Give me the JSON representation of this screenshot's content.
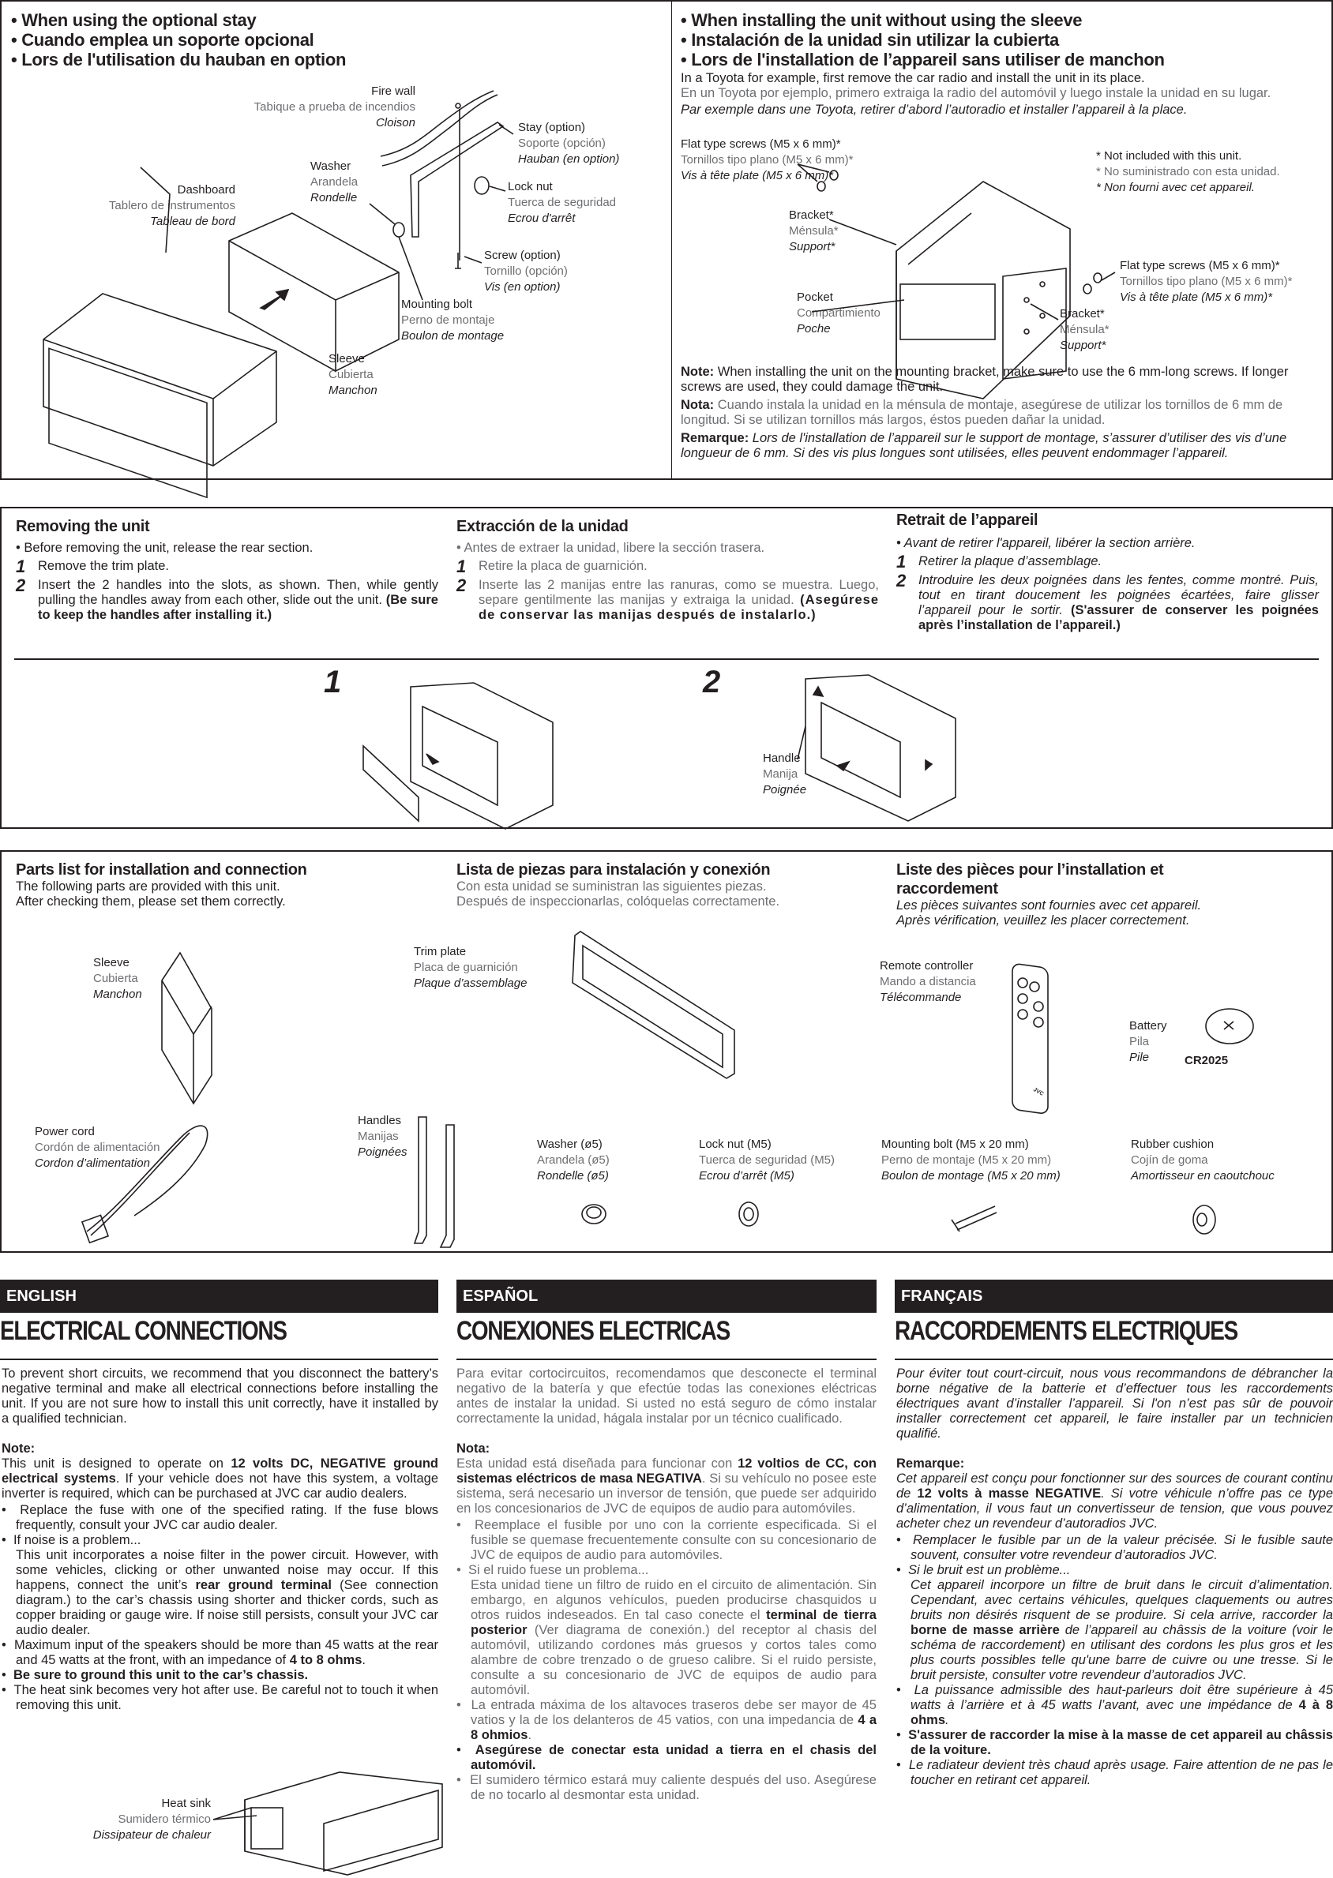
{
  "stay_section": {
    "titles": [
      "• When using the optional stay",
      "• Cuando emplea un soporte opcional",
      "• Lors de l'utilisation du hauban en option"
    ],
    "labels": {
      "fire_wall": [
        "Fire wall",
        "Tabique a prueba de incendios",
        "Cloison"
      ],
      "stay": [
        "Stay (option)",
        "Soporte (opción)",
        "Hauban (en option)"
      ],
      "washer": [
        "Washer",
        "Arandela",
        "Rondelle"
      ],
      "lock_nut": [
        "Lock nut",
        "Tuerca de seguridad",
        "Ecrou d'arrêt"
      ],
      "dashboard": [
        "Dashboard",
        "Tablero de instrumentos",
        "Tableau de bord"
      ],
      "screw": [
        "Screw (option)",
        "Tornillo (opción)",
        "Vis (en option)"
      ],
      "mounting_bolt": [
        "Mounting bolt",
        "Perno de montaje",
        "Boulon de montage"
      ],
      "sleeve": [
        "Sleeve",
        "Cubierta",
        "Manchon"
      ]
    }
  },
  "nosleeve_section": {
    "titles": [
      "• When installing the unit without using the sleeve",
      "• Instalación de la unidad sin utilizar la cubierta",
      "• Lors de l'installation de l’appareil sans utiliser de manchon"
    ],
    "intro": [
      "In a Toyota for example, first remove the car radio and install the unit in its place.",
      "En un Toyota por ejemplo, primero extraiga la radio del automóvil y luego instale la unidad en su lugar.",
      "Par exemple dans une Toyota, retirer d’abord l’autoradio et installer l’appareil à la place."
    ],
    "labels": {
      "flat_screws_top": [
        "Flat type screws (M5 x 6 mm)*",
        "Tornillos tipo plano (M5 x 6 mm)*",
        "Vis à tête plate (M5 x 6 mm)*"
      ],
      "not_included": [
        "* Not included with this unit.",
        "* No suministrado con esta unidad.",
        "* Non fourni avec cet appareil."
      ],
      "bracket_left": [
        "Bracket*",
        "Ménsula*",
        "Support*"
      ],
      "flat_screws_right": [
        "Flat type screws (M5 x 6 mm)*",
        "Tornillos tipo plano (M5 x 6 mm)*",
        "Vis à tête plate (M5 x 6 mm)*"
      ],
      "pocket": [
        "Pocket",
        "Compartimiento",
        "Poche"
      ],
      "bracket_right": [
        "Bracket*",
        "Ménsula*",
        "Support*"
      ]
    },
    "notes": [
      {
        "lead": "Note:",
        "text": " When installing the unit on the mounting bracket, make sure to use the 6 mm-long screws. If longer screws are used, they could damage the unit."
      },
      {
        "lead": "Nota:",
        "text": " Cuando instala la unidad en la ménsula de montaje, asegúrese de utilizar los tornillos de 6 mm de longitud. Si se utilizan tornillos más largos, éstos pueden dañar la unidad."
      },
      {
        "lead": "Remarque:",
        "text": " Lors de l'installation de l’appareil sur le support de montage, s’assurer d’utiliser des vis d’une longueur de 6 mm. Si des vis plus longues sont utilisées, elles peuvent endommager l’appareil."
      }
    ]
  },
  "removing": {
    "en": {
      "title": "Removing the unit",
      "pre": "•  Before removing the unit, release the rear section.",
      "steps": [
        {
          "n": "1",
          "text": "Remove the trim plate."
        },
        {
          "n": "2",
          "text": "Insert the 2 handles into the slots, as shown. Then, while gently pulling the handles away from each other, slide out the unit. ",
          "bold": "(Be sure to keep the handles after installing it.)"
        }
      ]
    },
    "es": {
      "title": "Extracción de la unidad",
      "pre": "• Antes de extraer la unidad, libere la sección trasera.",
      "steps": [
        {
          "n": "1",
          "text": "Retire la placa de guarnición."
        },
        {
          "n": "2",
          "text": "Inserte las 2 manijas entre las ranuras, como se muestra. Luego, separe gentilmente las manijas y extraiga la unidad. ",
          "bold": "(Asegúrese de conservar las manijas después de instalarlo.)"
        }
      ]
    },
    "fr": {
      "title": "Retrait de l’appareil",
      "pre": "• Avant de retirer l'appareil, libérer la section arrière.",
      "steps": [
        {
          "n": "1",
          "text": "Retirer la plaque d’assemblage."
        },
        {
          "n": "2",
          "text": "Introduire les deux poignées dans les fentes, comme montré. Puis, tout en tirant doucement les poignées écartées, faire glisser l’appareil pour le sortir. ",
          "bold": "(S'assurer de conserver les poignées après l’installation de l’appareil.)"
        }
      ]
    },
    "figure_numbers": [
      "1",
      "2"
    ],
    "handle_label": [
      "Handle",
      "Manija",
      "Poignée"
    ]
  },
  "parts": {
    "en": {
      "title": "Parts list for installation and connection",
      "lines": [
        "The following parts are provided with this unit.",
        "After checking them, please set them correctly."
      ]
    },
    "es": {
      "title": "Lista de piezas para instalación y conexión",
      "lines": [
        "Con esta unidad se suministran las siguientes piezas.",
        "Después de inspeccionarlas, colóquelas correctamente."
      ]
    },
    "fr": {
      "title": "Liste des pièces pour l’installation et raccordement",
      "lines": [
        "Les pièces suivantes sont fournies avec cet appareil.",
        "Après vérification, veuillez les placer correctement."
      ]
    },
    "items": {
      "sleeve": [
        "Sleeve",
        "Cubierta",
        "Manchon"
      ],
      "trim_plate": [
        "Trim plate",
        "Placa de guarnición",
        "Plaque d’assemblage"
      ],
      "remote": [
        "Remote controller",
        "Mando a distancia",
        "Télécommande"
      ],
      "battery": [
        "Battery",
        "Pila",
        "Pile"
      ],
      "battery_model": "CR2025",
      "remote_brand": "JVC",
      "power_cord": [
        "Power cord",
        "Cordón de alimentación",
        "Cordon d’alimentation"
      ],
      "handles": [
        "Handles",
        "Manijas",
        "Poignées"
      ],
      "washer": [
        "Washer (ø5)",
        "Arandela (ø5)",
        "Rondelle (ø5)"
      ],
      "lock_nut": [
        "Lock nut (M5)",
        "Tuerca de seguridad (M5)",
        "Ecrou d’arrêt (M5)"
      ],
      "mounting_bolt": [
        "Mounting bolt (M5 x 20 mm)",
        "Perno de montaje (M5 x 20 mm)",
        "Boulon de montage (M5 x 20 mm)"
      ],
      "rubber_cushion": [
        "Rubber cushion",
        "Cojín de goma",
        "Amortisseur en caoutchouc"
      ]
    }
  },
  "electrical": {
    "lang_bars": [
      "ENGLISH",
      "ESPAÑOL",
      "FRANÇAIS"
    ],
    "titles": [
      "ELECTRICAL CONNECTIONS",
      "CONEXIONES ELECTRICAS",
      "RACCORDEMENTS ELECTRIQUES"
    ],
    "en": {
      "intro": "To prevent short circuits, we recommend that you disconnect the battery’s negative terminal and make all electrical connections before installing the unit. If you are not sure how to install this unit correctly, have it installed by a qualified technician.",
      "note_head": "Note:",
      "note_a": "This unit is designed to operate on ",
      "note_b": "12 volts DC, NEGATIVE ground electrical systems",
      "note_c": ". If your vehicle does not have this system, a voltage inverter is required, which can be purchased at JVC car audio dealers.",
      "b1": "Replace the fuse with one of the specified rating. If the fuse blows frequently, consult your JVC car audio dealer.",
      "b2_head": "If noise is a problem...",
      "b2_a": "This unit incorporates a noise filter in the power circuit. However, with some vehicles, clicking or other unwanted noise may occur. If this happens, connect the unit’s ",
      "b2_b": "rear ground terminal",
      "b2_c": " (See connection diagram.) to the car’s chassis using shorter and thicker cords, such as copper braiding or gauge wire. If noise still persists, consult your JVC car audio dealer.",
      "b3_a": "Maximum input of the speakers should be more than 45 watts at the rear and 45 watts at the front, with an impedance of ",
      "b3_b": "4 to 8 ohms",
      "b3_c": ".",
      "b4": "Be sure to ground this unit to the car’s chassis.",
      "b5": "The heat sink becomes very hot after use. Be careful not to touch it when removing this unit.",
      "heat_sink": [
        "Heat sink",
        "Sumidero térmico",
        "Dissipateur de chaleur"
      ]
    },
    "es": {
      "intro": "Para evitar cortocircuitos, recomendamos que desconecte el terminal negativo de la batería y que efectúe todas las conexiones eléctricas antes de instalar la unidad. Si usted no está seguro de cómo instalar correctamente la unidad, hágala instalar por un técnico cualificado.",
      "note_head": "Nota:",
      "note_a": "Esta unidad está diseñada para funcionar con ",
      "note_b": "12 voltios de CC, con sistemas eléctricos de masa NEGATIVA",
      "note_c": ". Si su vehículo no posee este sistema, será necesario un inversor de tensión, que puede ser adquirido en los concesionarios de JVC de equipos de audio para automóviles.",
      "b1": "Reemplace el fusible por uno con la corriente especificada. Si el fusible se quemase frecuentemente consulte con su concesionario de JVC de equipos de audio para automóviles.",
      "b2_head": "Si el ruido fuese un problema...",
      "b2_a": "Esta unidad tiene un filtro de ruido en el circuito de alimentación. Sin embargo, en algunos vehículos, pueden producirse chasquidos u otros ruidos indeseados. En tal caso conecte el ",
      "b2_b": "terminal de tierra posterior",
      "b2_c": " (Ver diagrama de conexión.) del receptor al chasis del automóvil, utilizando cordones más gruesos y cortos tales como alambre de cobre trenzado o de grueso calibre. Si el ruido persiste, consulte a su concesionario de JVC de equipos de audio para automóvil.",
      "b3_a": "La entrada máxima de los altavoces traseros debe ser mayor de 45 vatios y la de los delanteros de 45 vatios, con una impedancia de ",
      "b3_b": "4 a 8 ohmios",
      "b3_c": ".",
      "b4": "Asegúrese de conectar esta unidad a tierra en el chasis del automóvil.",
      "b5": "El sumidero térmico estará muy caliente después del uso. Asegúrese de no tocarlo al desmontar esta unidad."
    },
    "fr": {
      "intro": "Pour éviter tout court-circuit, nous vous recommandons de débrancher la borne négative de la batterie et d’effectuer tous les raccordements électriques avant d’installer l’appareil. Si l'on n’est pas sûr de pouvoir installer correctement cet appareil, le faire installer par un technicien qualifié.",
      "note_head": "Remarque:",
      "note_a": "Cet appareil est conçu pour fonctionner sur des sources de courant continu de ",
      "note_b": "12 volts à masse NEGATIVE",
      "note_c": ". Si votre véhicule n’offre pas ce type d’alimentation, il vous faut un convertisseur de tension, que vous pouvez acheter chez un revendeur d’autoradios JVC.",
      "b1": "Remplacer le fusible par un de la valeur précisée. Si le fusible saute souvent, consulter votre revendeur d’autoradios JVC.",
      "b2_head": "Si le bruit est un problème...",
      "b2_a": "Cet appareil incorpore un filtre de bruit dans le circuit d’alimentation. Cependant, avec certains véhicules, quelques claquements ou autres bruits non désirés risquent de se produire. Si cela arrive, raccorder la ",
      "b2_b": "borne de masse arrière",
      "b2_c": " de l’appareil au châssis de la voiture (voir le schéma de raccordement) en utilisant des cordons les plus gros et les plus courts possibles telle qu'une barre de cuivre ou une tresse. Si le bruit persiste, consulter votre revendeur d’autoradios JVC.",
      "b3_a": "La puissance admissible des haut-parleurs doit être supérieure à 45 watts à l’arrière et à 45 watts l’avant, avec une impédance de ",
      "b3_b": "4 à 8 ohms",
      "b3_c": ".",
      "b4": "S'assurer de raccorder la mise à la masse de cet appareil au châssis de la voiture.",
      "b5": "Le radiateur devient très chaud après usage. Faire attention de ne pas le toucher en retirant cet appareil."
    }
  }
}
